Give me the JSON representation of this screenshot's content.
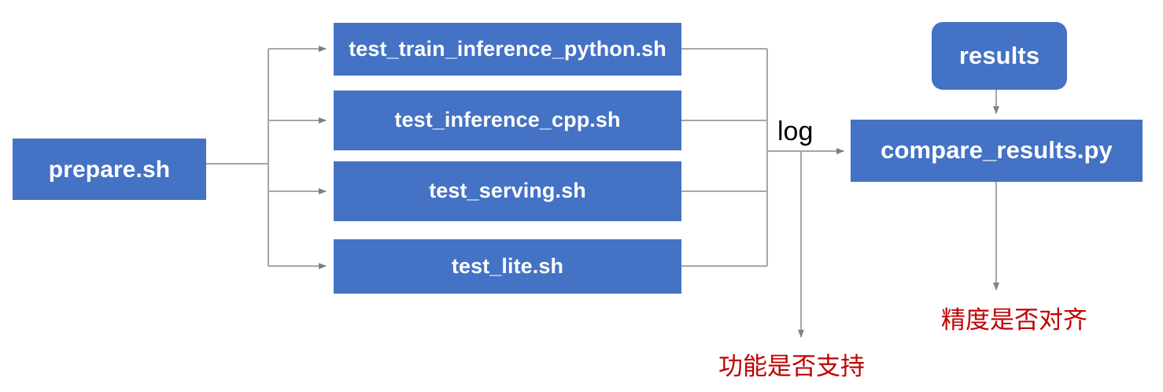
{
  "diagram": {
    "type": "flowchart",
    "title": "",
    "colors": {
      "node_fill": "#4472C4",
      "node_text": "#FFFFFF",
      "edge": "#A6A6A6",
      "note_text": "#C00000",
      "background": "#FFFFFF"
    },
    "nodes": [
      {
        "id": "prepare",
        "label": "prepare.sh",
        "shape": "rect"
      },
      {
        "id": "train_py",
        "label": "test_train_inference_python.sh",
        "shape": "rect"
      },
      {
        "id": "infer_cpp",
        "label": "test_inference_cpp.sh",
        "shape": "rect"
      },
      {
        "id": "serving",
        "label": "test_serving.sh",
        "shape": "rect"
      },
      {
        "id": "lite",
        "label": "test_lite.sh",
        "shape": "rect"
      },
      {
        "id": "results",
        "label": "results",
        "shape": "rounded-rect"
      },
      {
        "id": "compare",
        "label": "compare_results.py",
        "shape": "rect"
      }
    ],
    "edge_labels": [
      {
        "id": "log",
        "label": "log"
      }
    ],
    "notes": [
      {
        "id": "function_supported",
        "label": "功能是否支持"
      },
      {
        "id": "precision_aligned",
        "label": "精度是否对齐"
      }
    ],
    "edges": [
      {
        "from": "prepare",
        "to": "train_py"
      },
      {
        "from": "prepare",
        "to": "infer_cpp"
      },
      {
        "from": "prepare",
        "to": "serving"
      },
      {
        "from": "prepare",
        "to": "lite"
      },
      {
        "from": "train_py",
        "to": "compare",
        "label": "log"
      },
      {
        "from": "infer_cpp",
        "to": "compare",
        "label": "log"
      },
      {
        "from": "serving",
        "to": "compare",
        "label": "log"
      },
      {
        "from": "lite",
        "to": "compare",
        "label": "log"
      },
      {
        "from": "results",
        "to": "compare"
      },
      {
        "from": "compare",
        "to": "precision_aligned"
      },
      {
        "from": "log_bus",
        "to": "function_supported"
      }
    ]
  }
}
